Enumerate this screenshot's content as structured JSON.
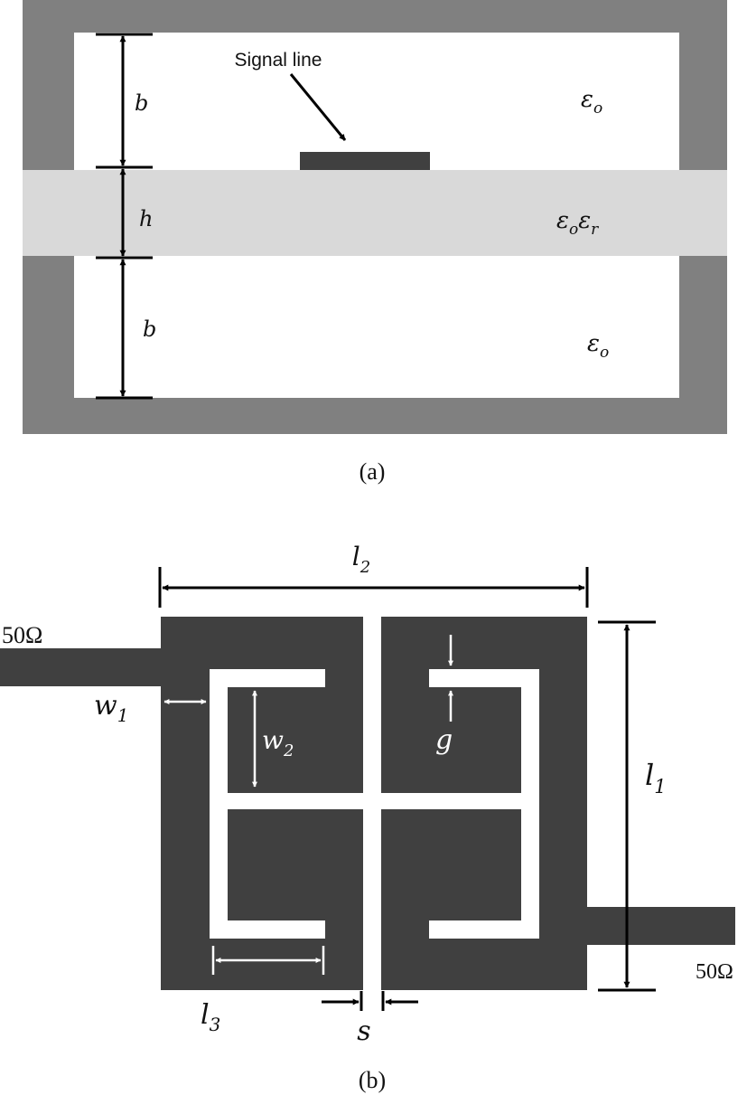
{
  "figure_a": {
    "caption": "(a)",
    "signal_line_label": "Signal line",
    "dim_b_top": "b",
    "dim_h": "h",
    "dim_b_bottom": "b",
    "eps_top": "εo",
    "eps_middle": "εoεr",
    "eps_bottom": "εo"
  },
  "figure_b": {
    "caption": "(b)",
    "port_left": "50Ω",
    "port_right": "50Ω",
    "dim_l2": "l2",
    "dim_l1": "l1",
    "dim_w1": "w1",
    "dim_w2": "w2",
    "dim_g": "g",
    "dim_l3": "l3",
    "dim_s": "s"
  },
  "colors": {
    "shield": "#808080",
    "substrate": "#d9d9d9",
    "metal": "#404040",
    "arrow_dark": "#000000",
    "arrow_light": "#ffffff"
  }
}
